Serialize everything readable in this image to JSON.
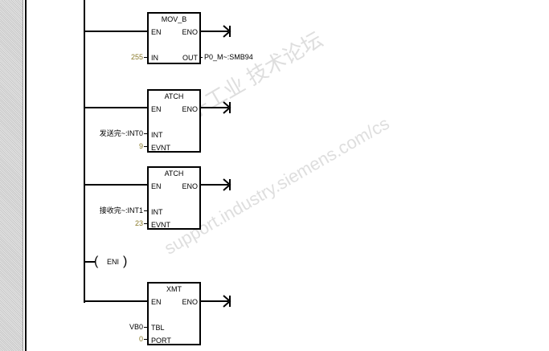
{
  "blocks": [
    {
      "title": "MOV_B",
      "en": "EN",
      "eno": "ENO",
      "inputs": [
        {
          "pin": "IN",
          "value": "255"
        }
      ],
      "outputs": [
        {
          "pin": "OUT",
          "value": "P0_M~:SMB94"
        }
      ]
    },
    {
      "title": "ATCH",
      "en": "EN",
      "eno": "ENO",
      "inputs": [
        {
          "pin": "INT",
          "value": "发送完~:INT0"
        },
        {
          "pin": "EVNT",
          "value": "9"
        }
      ]
    },
    {
      "title": "ATCH",
      "en": "EN",
      "eno": "ENO",
      "inputs": [
        {
          "pin": "INT",
          "value": "接收完~:INT1"
        },
        {
          "pin": "EVNT",
          "value": "23"
        }
      ]
    },
    {
      "title": "XMT",
      "en": "EN",
      "eno": "ENO",
      "inputs": [
        {
          "pin": "TBL",
          "value": "VB0"
        },
        {
          "pin": "PORT",
          "value": "0"
        }
      ]
    }
  ],
  "coil": {
    "label": "ENI"
  },
  "watermark": {
    "line1": "西门子工业  技术论坛",
    "line2": "support.industry.siemens.com/cs"
  }
}
